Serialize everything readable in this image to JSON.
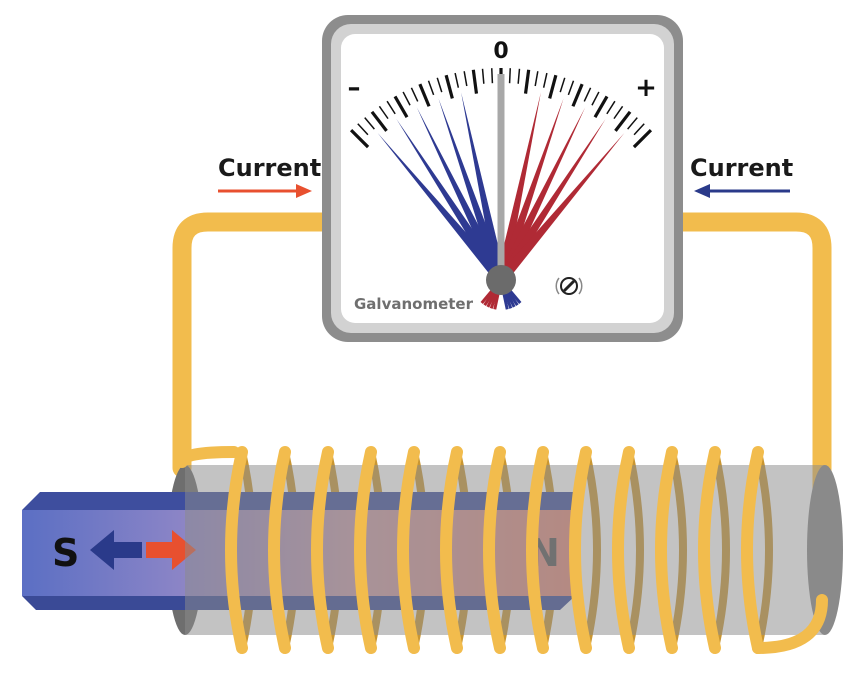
{
  "labels": {
    "current_left": "Current",
    "current_right": "Current"
  },
  "galvanometer": {
    "name": "Galvanometer",
    "scale_zero": "0",
    "scale_minus": "–",
    "scale_plus": "+"
  },
  "magnet": {
    "south_label": "S",
    "north_label": "N"
  },
  "colors": {
    "wire": "#f2bc4d",
    "negative_needle": "#2e3a92",
    "positive_needle": "#b02a35",
    "center_needle": "#a8a8a8",
    "arrow_red": "#e8502f",
    "arrow_blue": "#2a3a8a",
    "magnet_south": "#5b6fc4",
    "magnet_north": "#e08878",
    "coil_core": "#8c8c8c",
    "meter_frame": "#8d8d8d"
  },
  "icons": {
    "zero_adjust": "zero-adjust-screw-icon"
  }
}
